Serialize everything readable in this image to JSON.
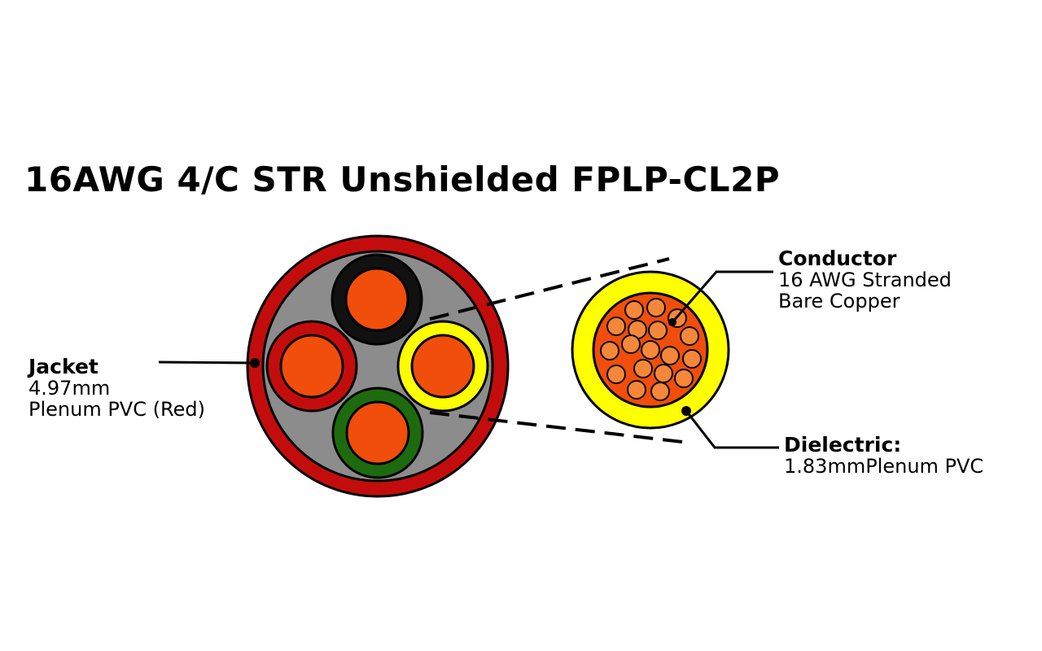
{
  "title": "16AWG 4/C STR Unshielded FPLP-CL2P",
  "labels": {
    "jacket": {
      "heading": "Jacket",
      "lines": [
        "4.97mm",
        "Plenum PVC (Red)"
      ]
    },
    "conductor": {
      "heading": "Conductor",
      "lines": [
        "16 AWG Stranded",
        "Bare Copper"
      ]
    },
    "dielectric": {
      "heading": "Dielectric:",
      "lines": [
        "1.83mmPlenum PVC"
      ]
    }
  },
  "colors": {
    "jacket": "#c30d0d",
    "filler": "#8c8c8c",
    "copper": "#f04e0a",
    "strand": "#f5873a",
    "insulation_black": "#111111",
    "insulation_red": "#c30d0d",
    "insulation_yellow": "#ffff00",
    "insulation_green": "#1d6b0e",
    "dielectric": "#ffff00"
  },
  "icons": [
    "cable-cross-section",
    "conductor-detail"
  ]
}
